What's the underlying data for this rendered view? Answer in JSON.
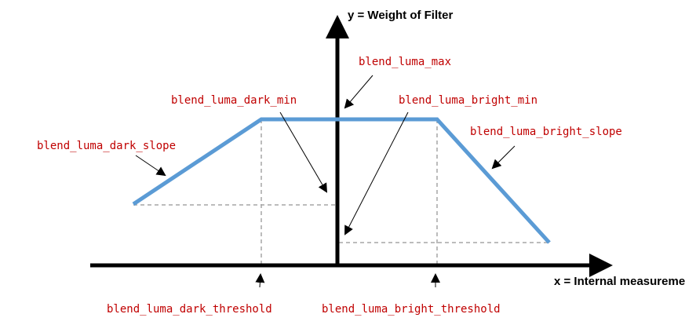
{
  "axes": {
    "y_label": "y = Weight of Filter",
    "x_label": "x = Internal measurement"
  },
  "labels": {
    "max": "blend_luma_max",
    "dark_min": "blend_luma_dark_min",
    "bright_min": "blend_luma_bright_min",
    "dark_slope": "blend_luma_dark_slope",
    "bright_slope": "blend_luma_bright_slope",
    "dark_threshold": "blend_luma_dark_threshold",
    "bright_threshold": "blend_luma_bright_threshold"
  },
  "colors": {
    "curve": "#5b9bd5",
    "label": "#c00000",
    "guide": "#a6a6a6"
  }
}
